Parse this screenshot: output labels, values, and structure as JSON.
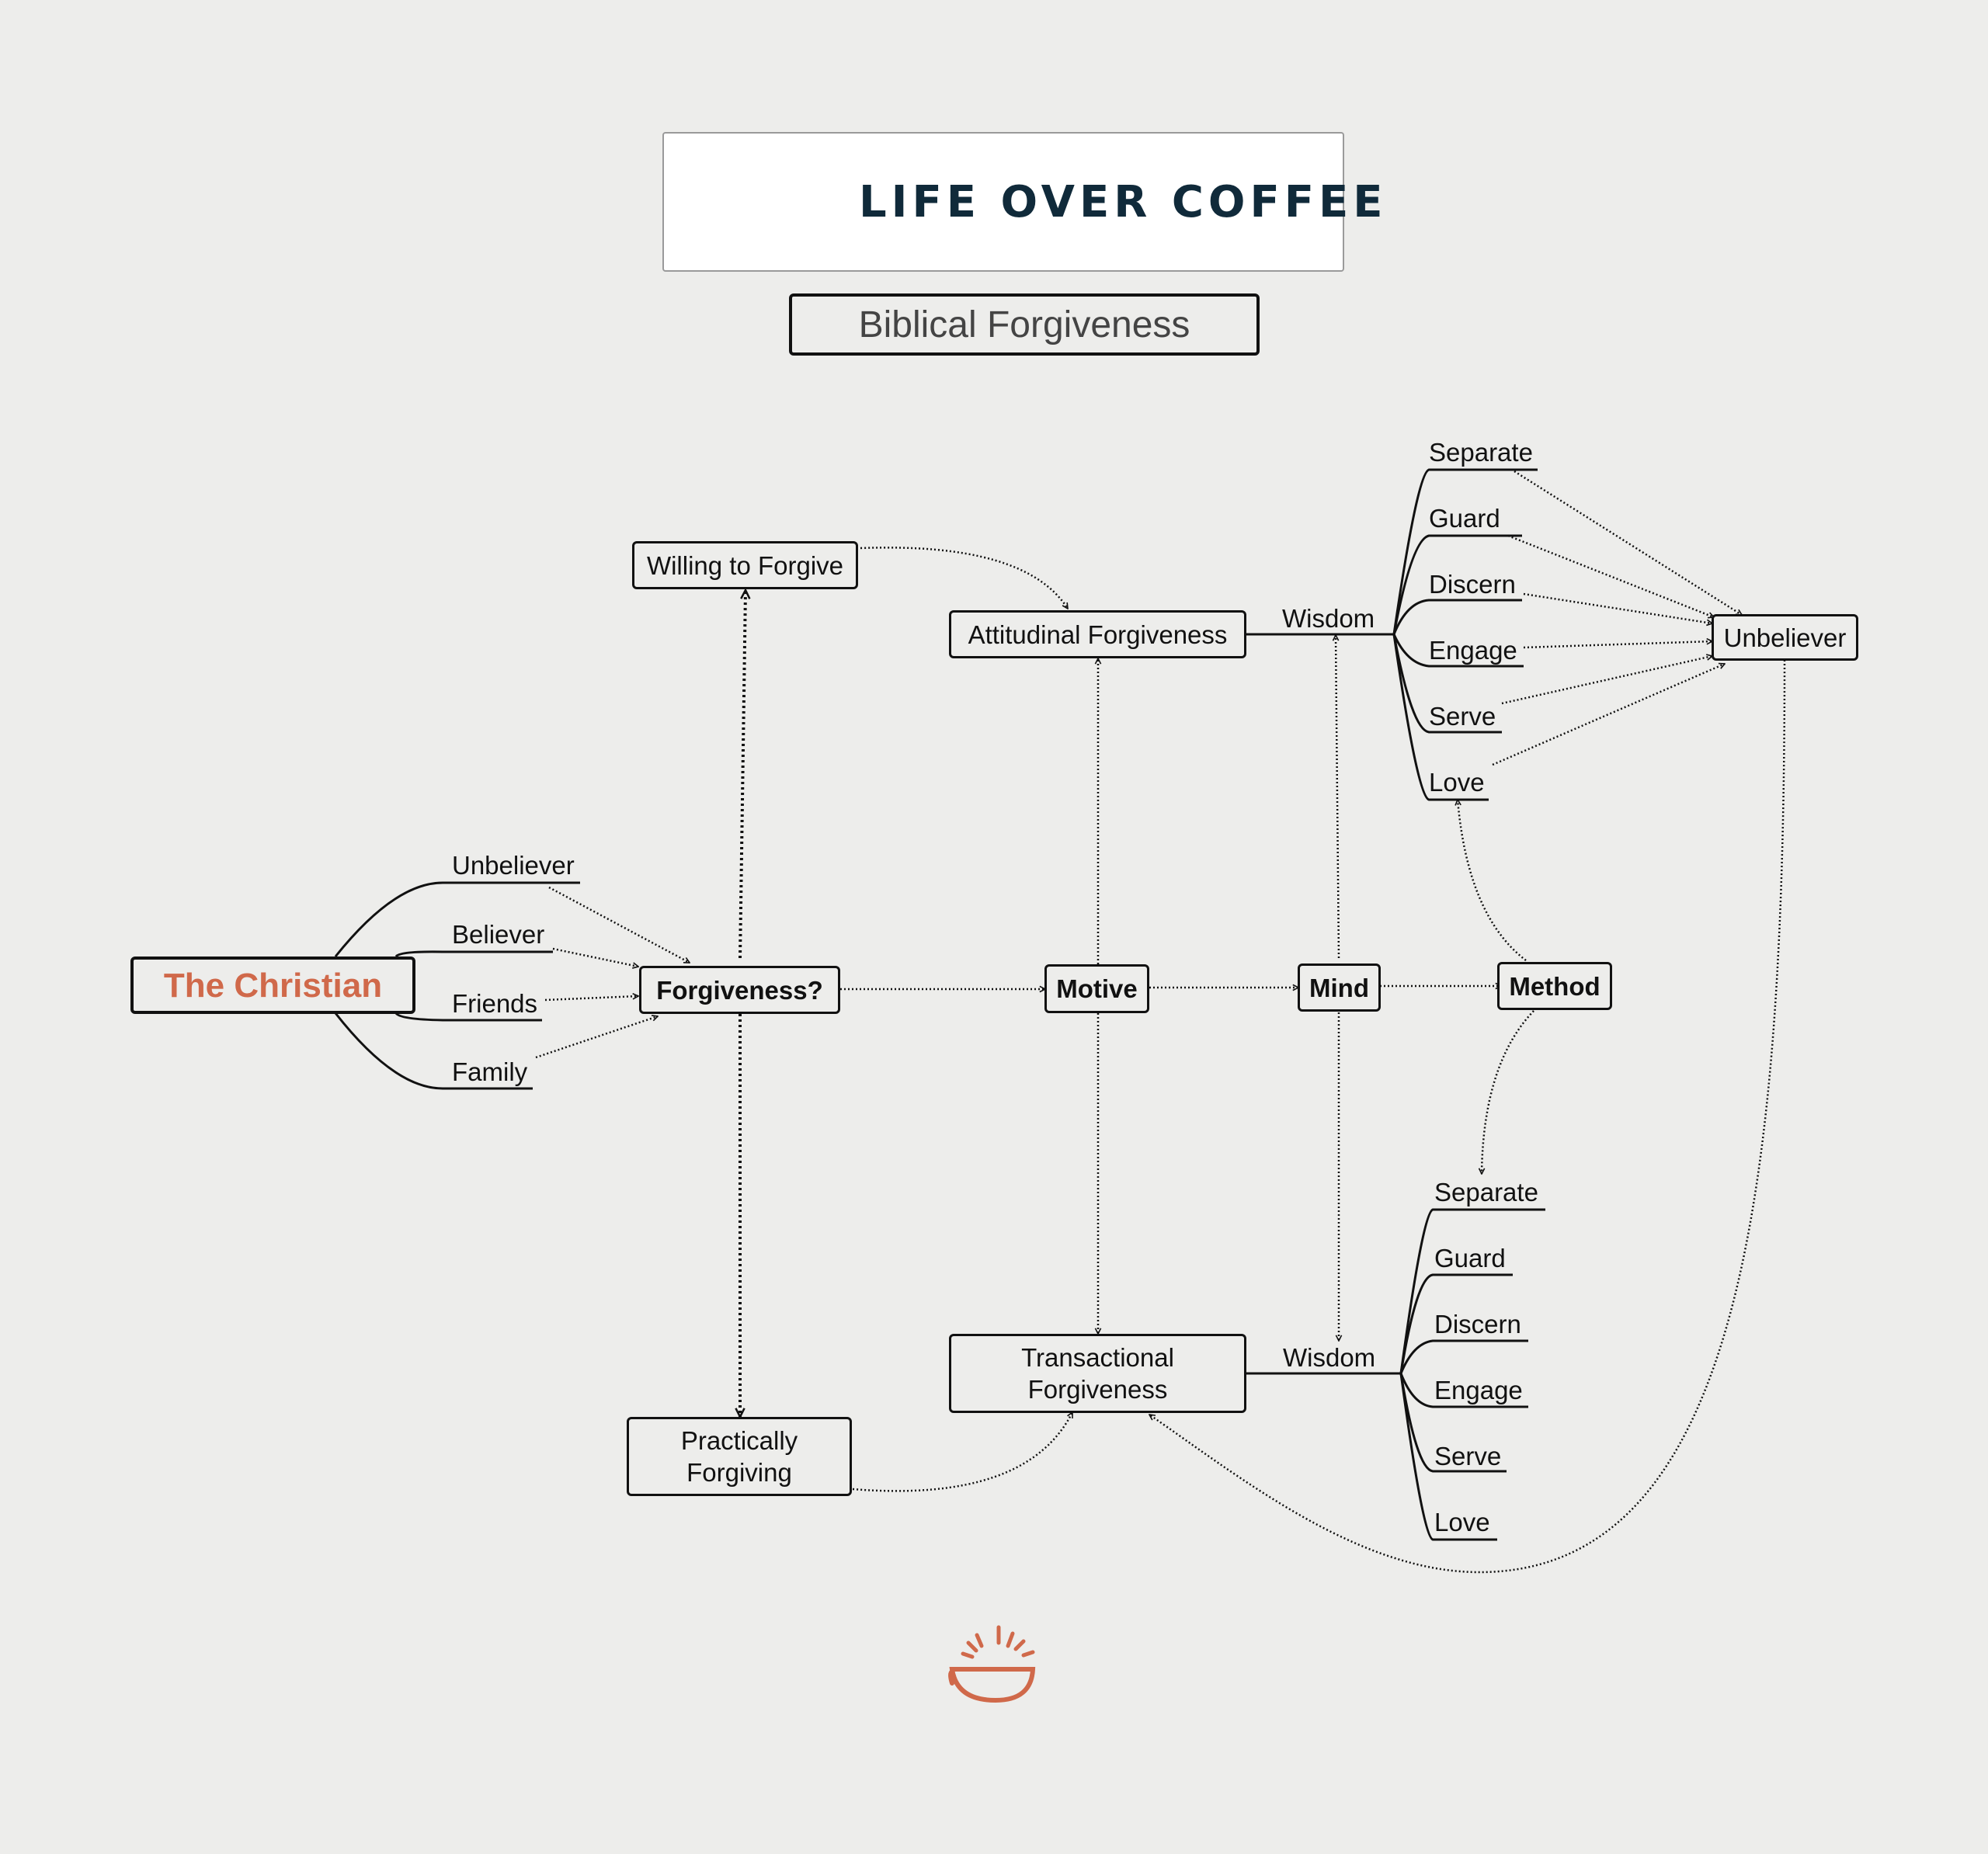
{
  "header": {
    "logo_text": "LIFE OVER COFFEE",
    "title": "Biblical Forgiveness"
  },
  "colors": {
    "accent": "#d0694a",
    "brand_dark": "#102a3a",
    "background": "#ededeb",
    "stroke": "#111111"
  },
  "icons": [
    "coffee-cup-logo-icon"
  ],
  "nodes": {
    "the_christian": "The Christian",
    "forgiveness_q": "Forgiveness?",
    "willing": "Willing to Forgive",
    "practically": "Practically Forgiving",
    "attitudinal": "Attitudinal Forgiveness",
    "transactional": "Transactional Forgiveness",
    "motive": "Motive",
    "mind": "Mind",
    "method": "Method",
    "unbeliever_box": "Unbeliever"
  },
  "christian_branches": [
    "Unbeliever",
    "Believer",
    "Friends",
    "Family"
  ],
  "wisdom_label": "Wisdom",
  "wisdom_top": [
    "Separate",
    "Guard",
    "Discern",
    "Engage",
    "Serve",
    "Love"
  ],
  "wisdom_bottom": [
    "Separate",
    "Guard",
    "Discern",
    "Engage",
    "Serve",
    "Love"
  ]
}
